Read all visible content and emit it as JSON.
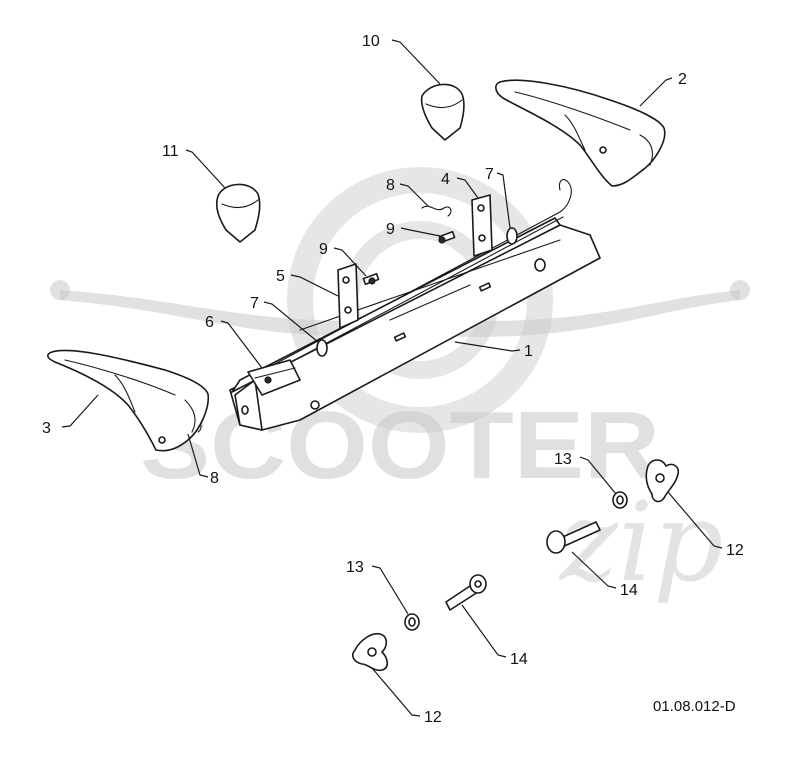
{
  "diagram": {
    "reference_code": "01.08.012-D",
    "callouts": [
      {
        "id": "c1",
        "label": "1"
      },
      {
        "id": "c2",
        "label": "2"
      },
      {
        "id": "c3",
        "label": "3"
      },
      {
        "id": "c4",
        "label": "4"
      },
      {
        "id": "c5",
        "label": "5"
      },
      {
        "id": "c6",
        "label": "6"
      },
      {
        "id": "c7a",
        "label": "7"
      },
      {
        "id": "c7b",
        "label": "7"
      },
      {
        "id": "c8a",
        "label": "8"
      },
      {
        "id": "c8b",
        "label": "8"
      },
      {
        "id": "c9a",
        "label": "9"
      },
      {
        "id": "c9b",
        "label": "9"
      },
      {
        "id": "c10",
        "label": "10"
      },
      {
        "id": "c11",
        "label": "11"
      },
      {
        "id": "c12a",
        "label": "12"
      },
      {
        "id": "c12b",
        "label": "12"
      },
      {
        "id": "c13a",
        "label": "13"
      },
      {
        "id": "c13b",
        "label": "13"
      },
      {
        "id": "c14a",
        "label": "14"
      },
      {
        "id": "c14b",
        "label": "14"
      }
    ]
  },
  "watermark": {
    "text": "SCOOTER",
    "script": "zip",
    "color": "#c8c8c8"
  }
}
